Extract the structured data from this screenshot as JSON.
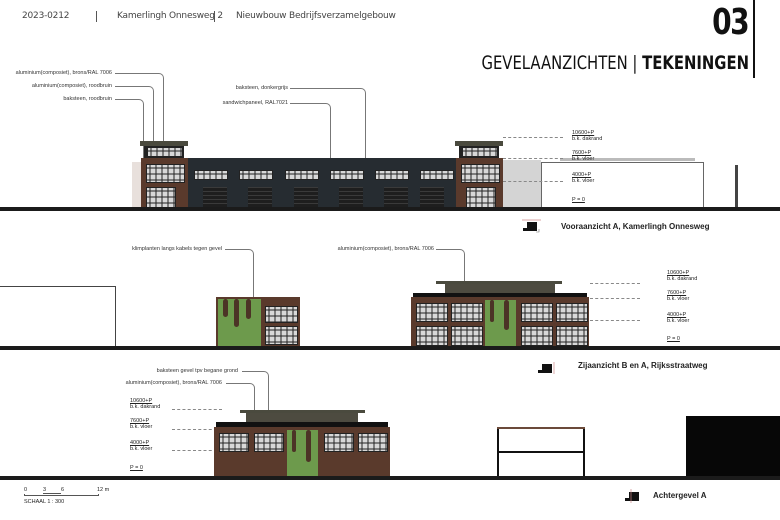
{
  "header": {
    "project_number": "2023-0212",
    "address": "Kamerlingh Onnesweg 2",
    "project_name": "Nieuwbouw Bedrijfsverzamelgebouw",
    "page_number": "03",
    "section_title": "GEVELAANZICHTEN",
    "section_subtitle": "TEKENINGEN"
  },
  "elevations": [
    {
      "caption": "Vooraanzicht A, Kamerlingh Onnesweg",
      "annotations": [
        "aluminium(composiet), brons/RAL 7006",
        "aluminium(composiet), roodbruin",
        "baksteen, roodbruin",
        "baksteen, donkergrijs",
        "sandwichpaneel, RAL7021"
      ],
      "levels": [
        {
          "value": "10600+P",
          "label": "b.k. dakrand"
        },
        {
          "value": "7600+P",
          "label": "b.k. vloer"
        },
        {
          "value": "4000+P",
          "label": "b.k. vloer"
        },
        {
          "value": "P = 0",
          "label": ""
        }
      ]
    },
    {
      "caption": "Zijaanzicht B en A, Rijksstraatweg",
      "annotations": [
        "klimplanten langs kabels tegen gevel",
        "aluminium(composiet), brons/RAL 7006"
      ],
      "levels": [
        {
          "value": "10600+P",
          "label": "b.k. dakrand"
        },
        {
          "value": "7600+P",
          "label": "b.k. vloer"
        },
        {
          "value": "4000+P",
          "label": "b.k. vloer"
        },
        {
          "value": "P = 0",
          "label": ""
        }
      ]
    },
    {
      "caption": "Achtergevel A",
      "annotations": [
        "baksteen gevel tpv begane grond",
        "aluminium(composiet), brons/RAL 7006"
      ],
      "levels": [
        {
          "value": "10600+P",
          "label": "b.k. dakrand"
        },
        {
          "value": "7600+P",
          "label": "b.k. vloer"
        },
        {
          "value": "4000+P",
          "label": "b.k. vloer"
        },
        {
          "value": "P = 0",
          "label": ""
        }
      ]
    }
  ],
  "scale_bar": {
    "ticks": [
      "0",
      "3",
      "6",
      "12 m"
    ],
    "label": "SCHAAL 1 : 300"
  },
  "colors": {
    "brick": "#5a3a2c",
    "dark_cladding": "#262c31",
    "green_facade": "#6d9a4c",
    "ground": "#1b1b1b"
  }
}
